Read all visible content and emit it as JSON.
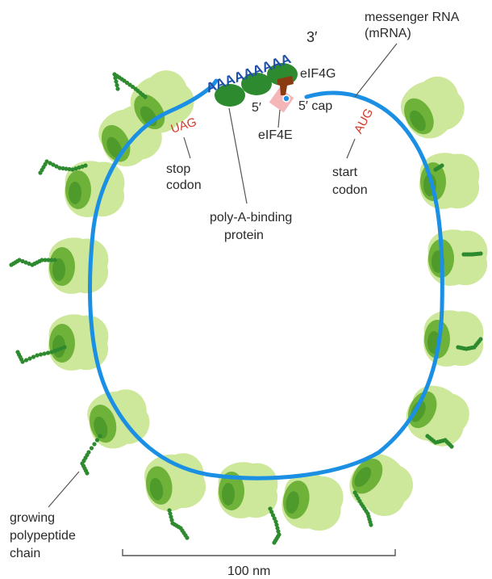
{
  "labels": {
    "mrna_line1": "messenger RNA",
    "mrna_line2": "(mRNA)",
    "poly_a": "AAAAAAAAA",
    "three_prime": "3′",
    "eif4g": "eIF4G",
    "five_prime": "5′",
    "five_prime_cap": "5′ cap",
    "eif4e": "eIF4E",
    "stop_codon_seq": "UAG",
    "stop_line1": "stop",
    "stop_line2": "codon",
    "start_codon_seq": "AUG",
    "start_line1": "start",
    "start_line2": "codon",
    "pabp_line1": "poly-A-binding",
    "pabp_line2": "protein",
    "chain_line1": "growing",
    "chain_line2": "polypeptide",
    "chain_line3": "chain",
    "scale": "100 nm"
  },
  "colors": {
    "mrna": "#1a8fe3",
    "poly_a_text": "#1f4fa8",
    "ribosome_large": "#cde89a",
    "ribosome_small": "#6fb23a",
    "ribosome_small_dark": "#4e9a2a",
    "pabp": "#2e8a2e",
    "polypeptide": "#2e8a2e",
    "eif4g": "#8a3b12",
    "eif4e": "#f4b6b6",
    "codon": "#d23a2a"
  }
}
